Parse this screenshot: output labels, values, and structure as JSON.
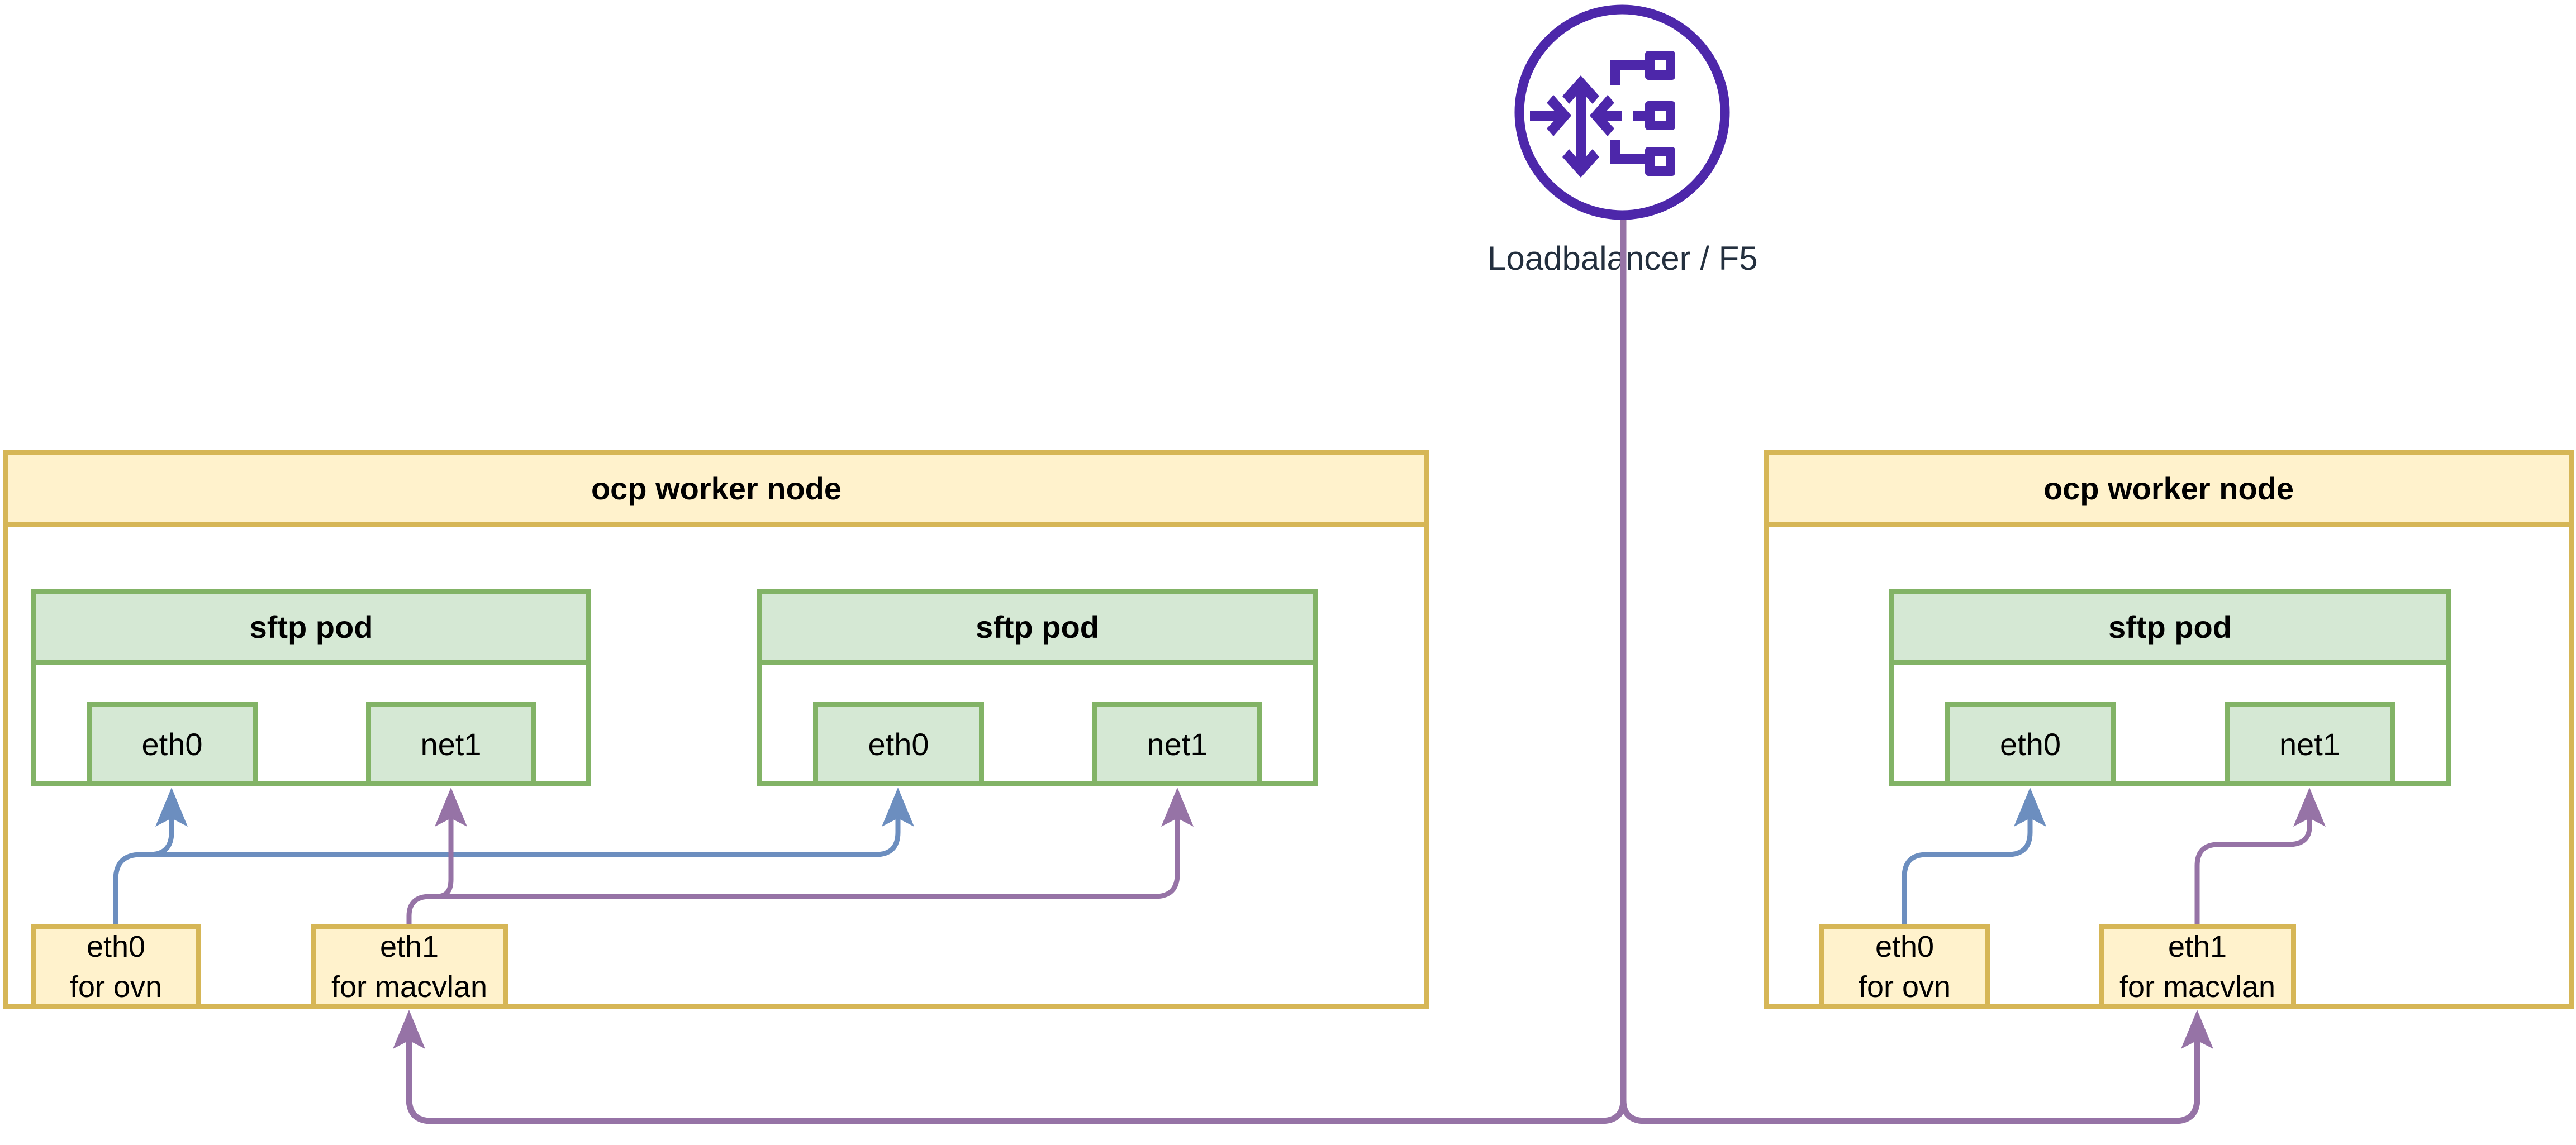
{
  "load_balancer": {
    "label": "Loadbalancer / F5",
    "icon": "network-load-balancer-icon",
    "color": "#4d27aa"
  },
  "colors": {
    "node_fill": "#fff2cc",
    "node_stroke": "#d6b656",
    "pod_fill": "#d5e8d4",
    "pod_stroke": "#82b366",
    "ovn_link": "#6c8ebf",
    "macvlan_link": "#9673a6"
  },
  "nodes": [
    {
      "title": "ocp worker node",
      "pods": [
        {
          "title": "sftp pod",
          "interfaces": [
            "eth0",
            "net1"
          ]
        },
        {
          "title": "sftp pod",
          "interfaces": [
            "eth0",
            "net1"
          ]
        }
      ],
      "host_interfaces": [
        {
          "name": "eth0",
          "purpose": "for ovn"
        },
        {
          "name": "eth1",
          "purpose": "for macvlan"
        }
      ]
    },
    {
      "title": "ocp worker node",
      "pods": [
        {
          "title": "sftp pod",
          "interfaces": [
            "eth0",
            "net1"
          ]
        }
      ],
      "host_interfaces": [
        {
          "name": "eth0",
          "purpose": "for ovn"
        },
        {
          "name": "eth1",
          "purpose": "for macvlan"
        }
      ]
    }
  ],
  "connections": [
    {
      "from": "node1.host.eth0",
      "to": [
        "node1.pod1.eth0",
        "node1.pod2.eth0"
      ],
      "type": "ovn"
    },
    {
      "from": "node1.host.eth1",
      "to": [
        "node1.pod1.net1",
        "node1.pod2.net1"
      ],
      "type": "macvlan"
    },
    {
      "from": "node2.host.eth0",
      "to": [
        "node2.pod1.eth0"
      ],
      "type": "ovn"
    },
    {
      "from": "node2.host.eth1",
      "to": [
        "node2.pod1.net1"
      ],
      "type": "macvlan"
    },
    {
      "from": "load_balancer",
      "to": [
        "node1.host.eth1",
        "node2.host.eth1"
      ],
      "type": "macvlan"
    }
  ]
}
